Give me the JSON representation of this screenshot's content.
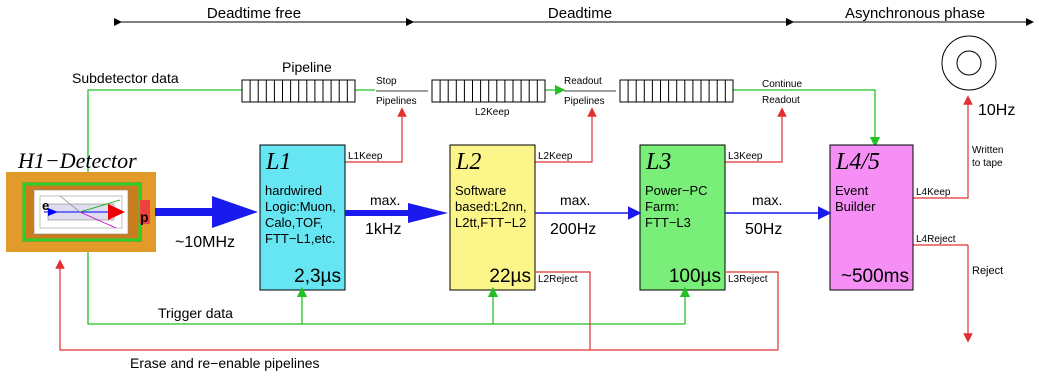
{
  "phases": {
    "deadtime_free": "Deadtime free",
    "deadtime": "Deadtime",
    "asynchronous": "Asynchronous phase"
  },
  "detector": {
    "title": "H1−Detector",
    "electron": "e",
    "proton": "p",
    "rate": "~10MHz"
  },
  "labels": {
    "subdetector_data": "Subdetector data",
    "pipeline": "Pipeline",
    "stop": "Stop",
    "pipelines_1": "Pipelines",
    "l2keep_mid": "L2Keep",
    "readout": "Readout",
    "pipelines_2": "Pipelines",
    "continue": "Continue",
    "readout_2": "Readout",
    "trigger_data": "Trigger data",
    "erase": "Erase and re−enable pipelines",
    "tape_rate": "10Hz",
    "written": "Written",
    "to_tape": "to tape",
    "reject": "Reject"
  },
  "levels": [
    {
      "name": "L1",
      "desc": [
        "hardwired",
        "Logic:Muon,",
        "Calo,TOF,",
        "FTT−L1,etc."
      ],
      "time": "2,3µs",
      "keep": "L1Keep",
      "reject": "",
      "color": "#66e6f2"
    },
    {
      "name": "L2",
      "desc": [
        "Software",
        "based:L2nn,",
        "L2tt,FTT−L2"
      ],
      "time": "22µs",
      "keep": "L2Keep",
      "reject": "L2Reject",
      "color": "#fcf58a"
    },
    {
      "name": "L3",
      "desc": [
        "Power−PC",
        "Farm:",
        "FTT−L3"
      ],
      "time": "100µs",
      "keep": "L3Keep",
      "reject": "L3Reject",
      "color": "#79ee79"
    },
    {
      "name": "L4/5",
      "desc": [
        "Event",
        "Builder"
      ],
      "time": "~500ms",
      "keep": "L4Keep",
      "reject": "L4Reject",
      "color": "#f58ef5"
    }
  ],
  "rates": [
    {
      "max": "max.",
      "value": "1kHz"
    },
    {
      "max": "max.",
      "value": "200Hz"
    },
    {
      "max": "max.",
      "value": "50Hz"
    }
  ],
  "colors": {
    "green": "#22c022",
    "red": "#e03030",
    "blue": "#1a1aee"
  }
}
